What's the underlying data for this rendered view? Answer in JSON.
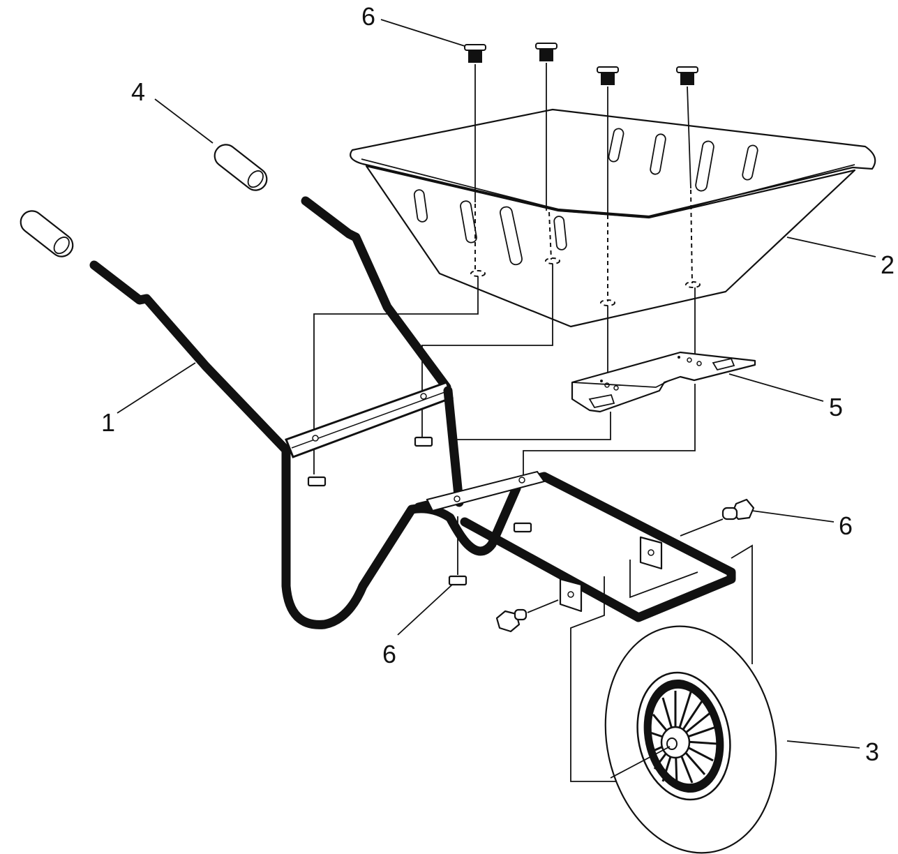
{
  "diagram": {
    "colors": {
      "ink": "#111111",
      "paper": "#ffffff"
    },
    "callouts": [
      {
        "id": "frame",
        "label": "1"
      },
      {
        "id": "tray",
        "label": "2"
      },
      {
        "id": "wheel",
        "label": "3"
      },
      {
        "id": "grip",
        "label": "4"
      },
      {
        "id": "tray-support",
        "label": "5"
      },
      {
        "id": "bolt-top",
        "label": "6"
      },
      {
        "id": "bolt-axle",
        "label": "6"
      },
      {
        "id": "nut-bottom",
        "label": "6"
      }
    ]
  }
}
